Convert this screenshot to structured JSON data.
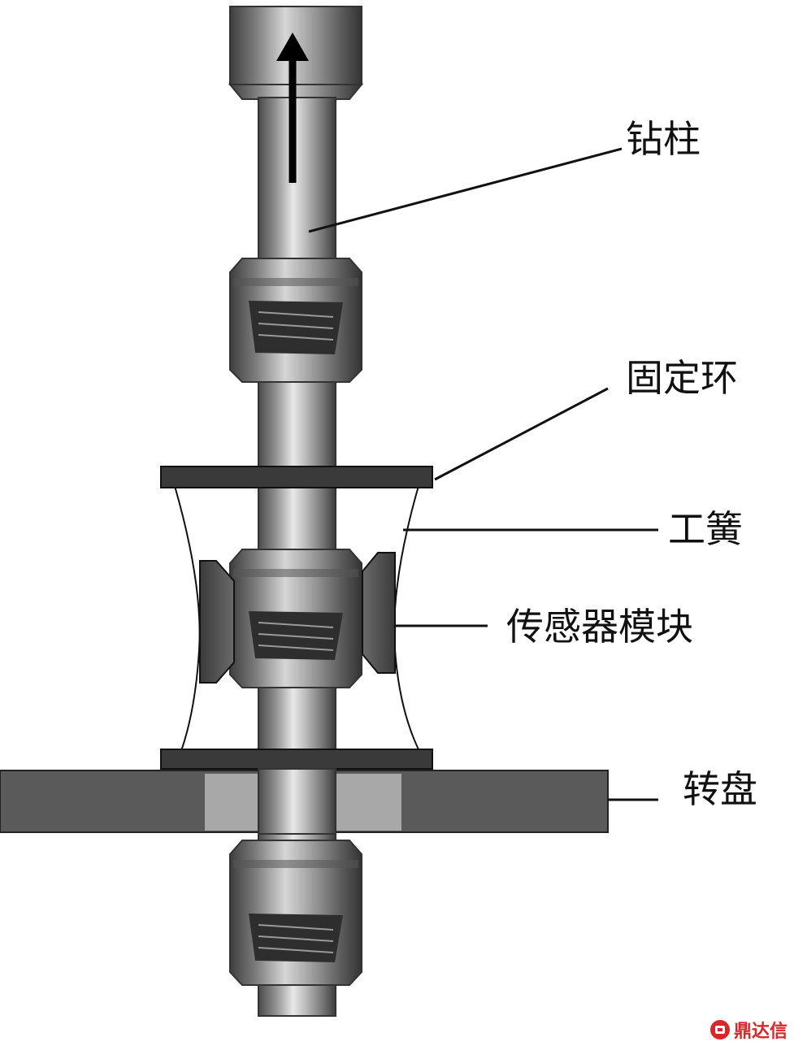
{
  "labels": {
    "drill_string": "钻柱",
    "fixing_ring": "固定环",
    "spring": "工簧",
    "sensor_module": "传感器模块",
    "turntable": "转盘"
  },
  "watermark": {
    "text": "鼎达信"
  },
  "colors": {
    "dark_part": "#3a3a3a",
    "turntable": "#5a5a5a",
    "turntable_insert": "#a8a8a8",
    "sensor": "#505050",
    "watermark": "#d8262b"
  }
}
